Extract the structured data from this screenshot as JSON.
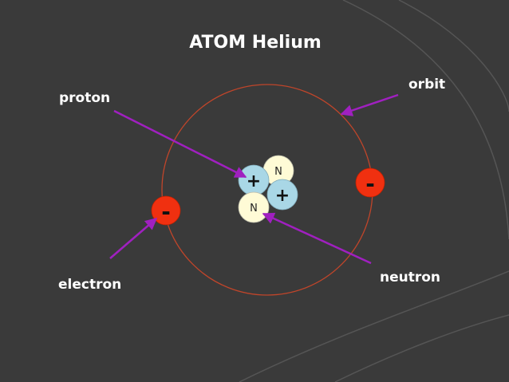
{
  "title": "ATOM Helium",
  "labels": {
    "proton": "proton",
    "orbit": "orbit",
    "electron": "electron",
    "neutron": "neutron"
  },
  "particles": {
    "neutron_symbol": "N",
    "proton_symbol": "+",
    "electron_symbol": "-"
  },
  "colors": {
    "background": "#3a3a3a",
    "orbit": "#c0452a",
    "arrow": "#a020c0",
    "proton": "#a9d7e6",
    "neutron": "#fffbd6",
    "electron": "#f03010"
  }
}
